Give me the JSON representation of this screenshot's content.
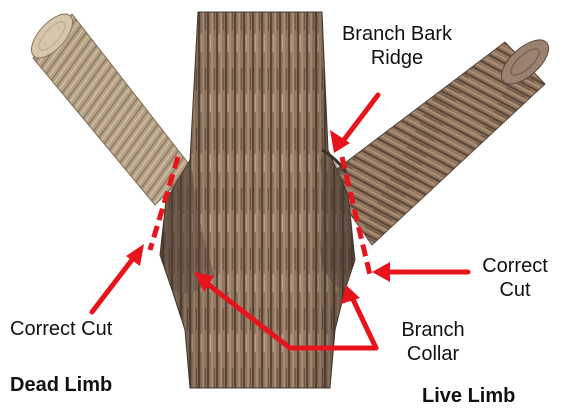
{
  "labels": {
    "branch_bark_ridge_line1": "Branch Bark",
    "branch_bark_ridge_line2": "Ridge",
    "correct_cut_right_line1": "Correct",
    "correct_cut_right_line2": "Cut",
    "correct_cut_left": "Correct Cut",
    "branch_collar_line1": "Branch",
    "branch_collar_line2": "Collar",
    "dead_limb": "Dead Limb",
    "live_limb": "Live Limb"
  },
  "colors": {
    "arrow": "#e8141b",
    "bark_light": "#a48a74",
    "bark_mid": "#866957",
    "bark_dark": "#4a3a30",
    "dead_limb": "#b8a58a",
    "dead_limb_end": "#d2c2a6",
    "text": "#111111"
  }
}
